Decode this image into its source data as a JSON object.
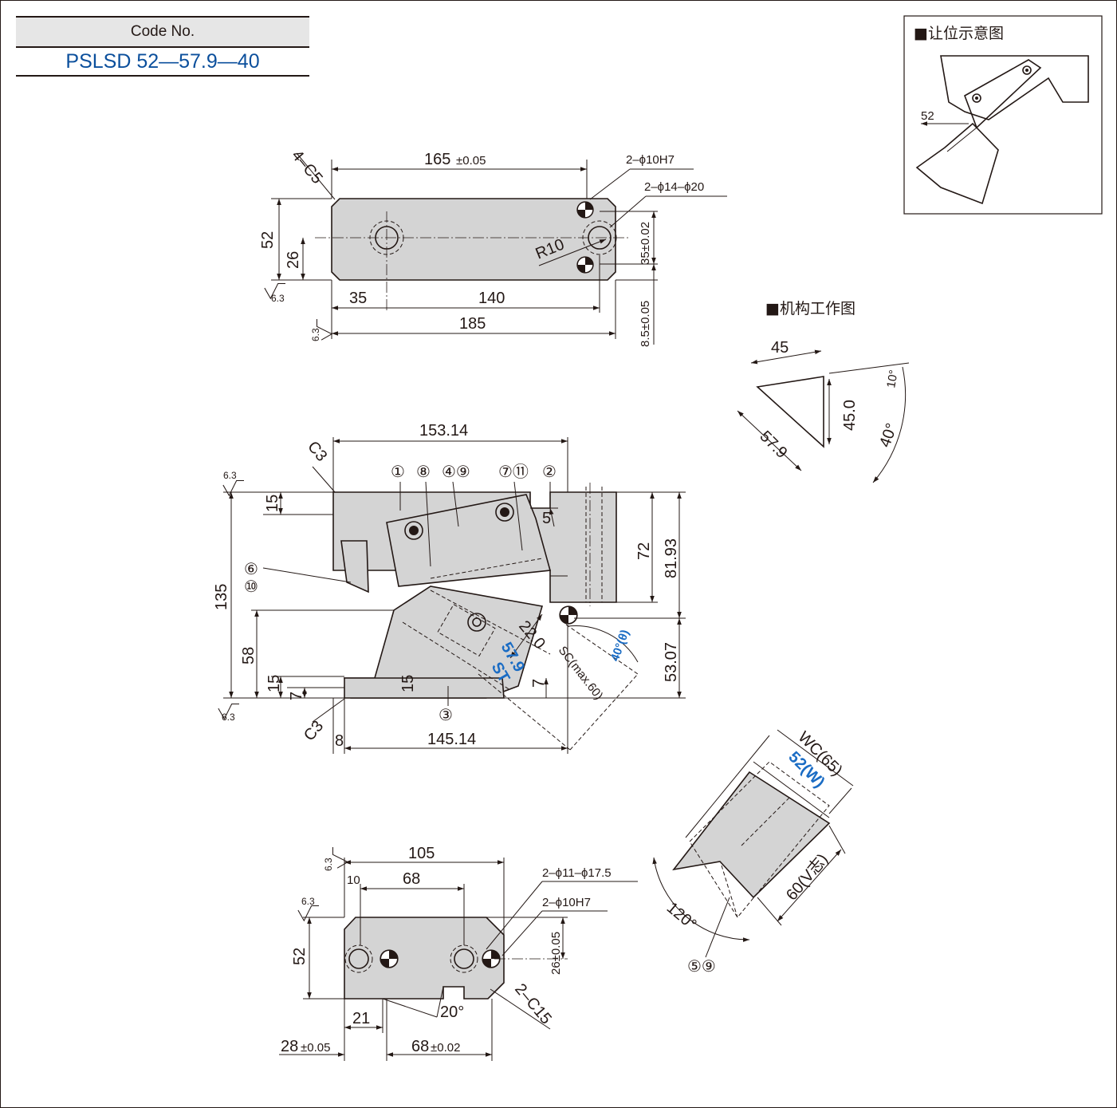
{
  "code_box": {
    "header": "Code No.",
    "value": "PSLSD 52—57.9—40"
  },
  "colors": {
    "line": "#231815",
    "part_fill": "#d4d4d4",
    "accent_blue": "#1a6cc4",
    "code_blue": "#0b4f9c"
  },
  "insets": {
    "clearance": {
      "title": "■让位示意图",
      "dim": "52"
    },
    "mechanism": {
      "title": "■机构工作图",
      "d45": "45",
      "d450": "45.0",
      "d579": "57.9",
      "a10": "10°",
      "a40": "40°"
    }
  },
  "top_view": {
    "chamfer": "4–C5",
    "length": "165",
    "length_tol": "±0.05",
    "hole1": "2–ϕ10H7",
    "hole2": "2–ϕ14–ϕ20",
    "radius": "R10",
    "height": "52",
    "half": "26",
    "pitch": "35±0.02",
    "offset": "8.5±0.05",
    "d35": "35",
    "d140": "140",
    "d185": "185",
    "rough": "6.3"
  },
  "front_view": {
    "c3": "C3",
    "d15314": "153.14",
    "d14514": "145.14",
    "d135": "135",
    "d58": "58",
    "d15": "15",
    "d7": "7",
    "d8": "8",
    "d5": "5",
    "d72": "72",
    "d8193": "81.93",
    "d5307": "53.07",
    "d220": "22.0",
    "stroke": "57.9",
    "st": "ST",
    "sc": "SC(max.60)",
    "angle": "40°(θ)",
    "rough": "6.3",
    "callouts": [
      "①",
      "⑧",
      "④⑨",
      "⑦⑪",
      "②",
      "⑥",
      "⑩",
      "③"
    ]
  },
  "wedge_view": {
    "wc": "WC(65)",
    "w": "52(W)",
    "v": "60(V志)",
    "angle": "120°",
    "callout": "⑤⑨"
  },
  "bottom_view": {
    "d105": "105",
    "d10": "10",
    "d68": "68",
    "d52": "52",
    "d21": "21",
    "d28": "28",
    "d28_tol": "±0.05",
    "d68b": "68",
    "d68b_tol": "±0.02",
    "hole1": "2–ϕ11–ϕ17.5",
    "hole2": "2–ϕ10H7",
    "pitch": "26±0.05",
    "angle": "20°",
    "chamfer": "2–C15",
    "rough": "6.3"
  }
}
